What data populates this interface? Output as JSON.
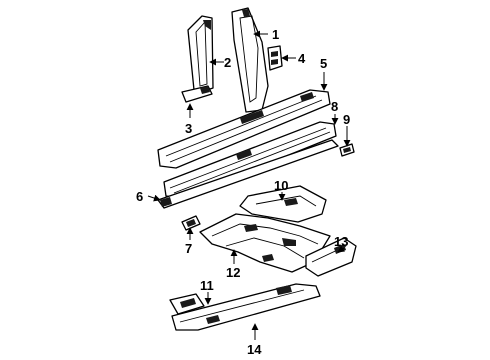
{
  "callouts": [
    {
      "id": "1",
      "text": "1"
    },
    {
      "id": "2",
      "text": "2"
    },
    {
      "id": "3",
      "text": "3"
    },
    {
      "id": "4",
      "text": "4"
    },
    {
      "id": "5",
      "text": "5"
    },
    {
      "id": "6",
      "text": "6"
    },
    {
      "id": "7",
      "text": "7"
    },
    {
      "id": "8",
      "text": "8"
    },
    {
      "id": "9",
      "text": "9"
    },
    {
      "id": "10",
      "text": "10"
    },
    {
      "id": "11",
      "text": "11"
    },
    {
      "id": "12",
      "text": "12"
    },
    {
      "id": "13",
      "text": "13"
    },
    {
      "id": "14",
      "text": "14"
    }
  ]
}
